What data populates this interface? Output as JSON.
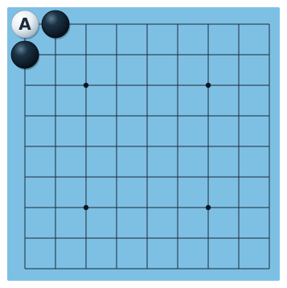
{
  "board": {
    "size": 9,
    "background_color": "#7ec0e4",
    "line_color": "#1a2a3a",
    "star_points": [
      [
        2,
        2
      ],
      [
        6,
        2
      ],
      [
        2,
        6
      ],
      [
        6,
        6
      ]
    ],
    "stones": [
      {
        "col": 0,
        "row": 0,
        "color": "white",
        "label": "A"
      },
      {
        "col": 1,
        "row": 0,
        "color": "black",
        "label": ""
      },
      {
        "col": 0,
        "row": 1,
        "color": "black",
        "label": ""
      }
    ]
  }
}
